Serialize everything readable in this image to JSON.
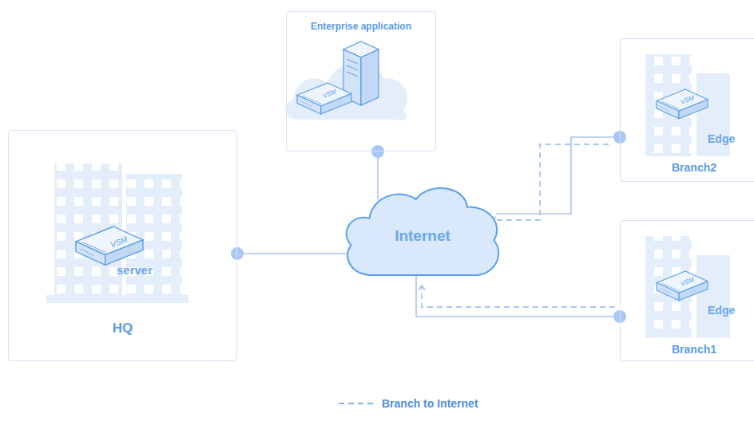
{
  "diagram": {
    "nodes": [
      {
        "text": [
          "Enterprise application"
        ]
      },
      {
        "text": [
          "HQ"
        ]
      },
      {
        "text": [
          "Internet"
        ]
      },
      {
        "text": [
          "Branch2"
        ]
      },
      {
        "text": [
          "Branch1"
        ]
      }
    ],
    "edges": [
      {
        "from": 0,
        "to": 2,
        "arrow": "none"
      },
      {
        "from": 1,
        "to": 2,
        "arrow": "none"
      },
      {
        "from": 3,
        "to": 2,
        "arrow": "none"
      },
      {
        "from": 4,
        "to": 2,
        "arrow": "none"
      },
      {
        "from": 3,
        "to": 2,
        "arrow": "to"
      },
      {
        "from": 4,
        "to": 2,
        "arrow": "to"
      }
    ],
    "labels": [
      "VSM",
      "VSM",
      "server",
      "VSM",
      "Edge",
      "VSM",
      "Edge"
    ],
    "legend": [
      {
        "text": "Branch to Internet"
      }
    ]
  }
}
